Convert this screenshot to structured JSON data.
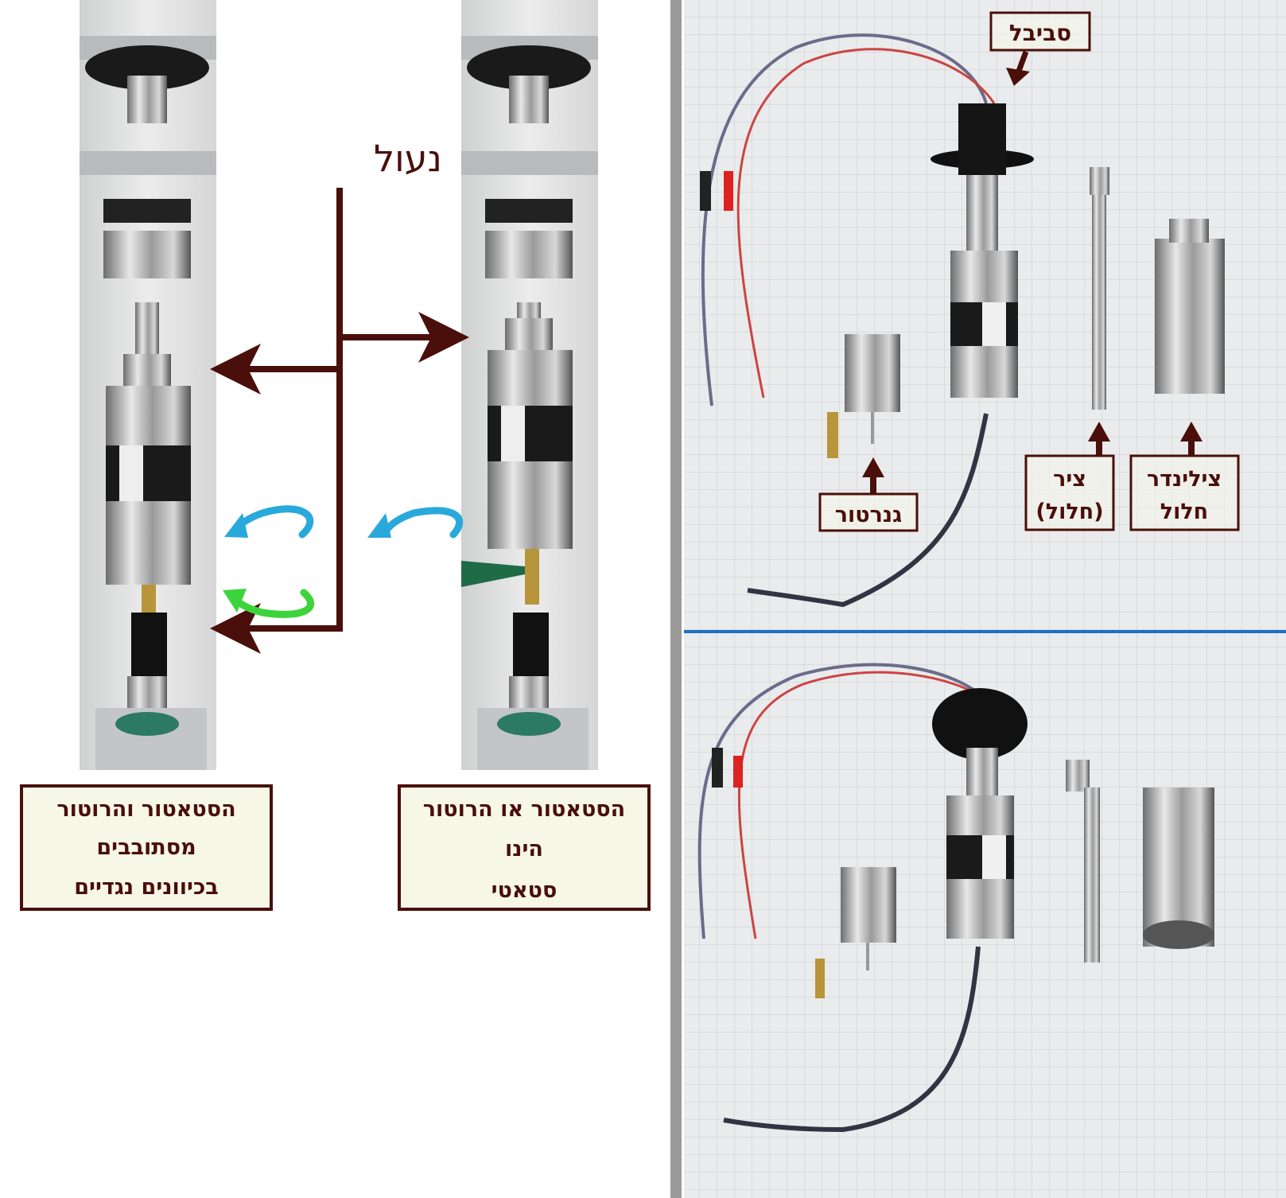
{
  "colors": {
    "arrow": "#4a0f0a",
    "box_fill": "#f7f7e8",
    "divider": "#9a9a9a",
    "blue_rotation": "#29a9db",
    "green_rotation": "#3bd43b",
    "separator_line": "#1f6fc4"
  },
  "left_panel": {
    "locked_label": "נעול",
    "box_counter_rotating": {
      "lines": [
        "הסטאטור והרוטור",
        "מסתובבים",
        "בכיוונים נגדיים"
      ]
    },
    "box_static": {
      "lines": [
        "הסטאטור או הרוטור",
        "הינו",
        "סטאטי"
      ]
    }
  },
  "right_panel": {
    "swivel_label": "סביבל",
    "generator_label": "גנרטור",
    "shaft_label": {
      "lines": [
        "ציר",
        "(חלול)"
      ]
    },
    "cylinder_label": {
      "lines": [
        "צילינדר",
        "חלול"
      ]
    }
  }
}
